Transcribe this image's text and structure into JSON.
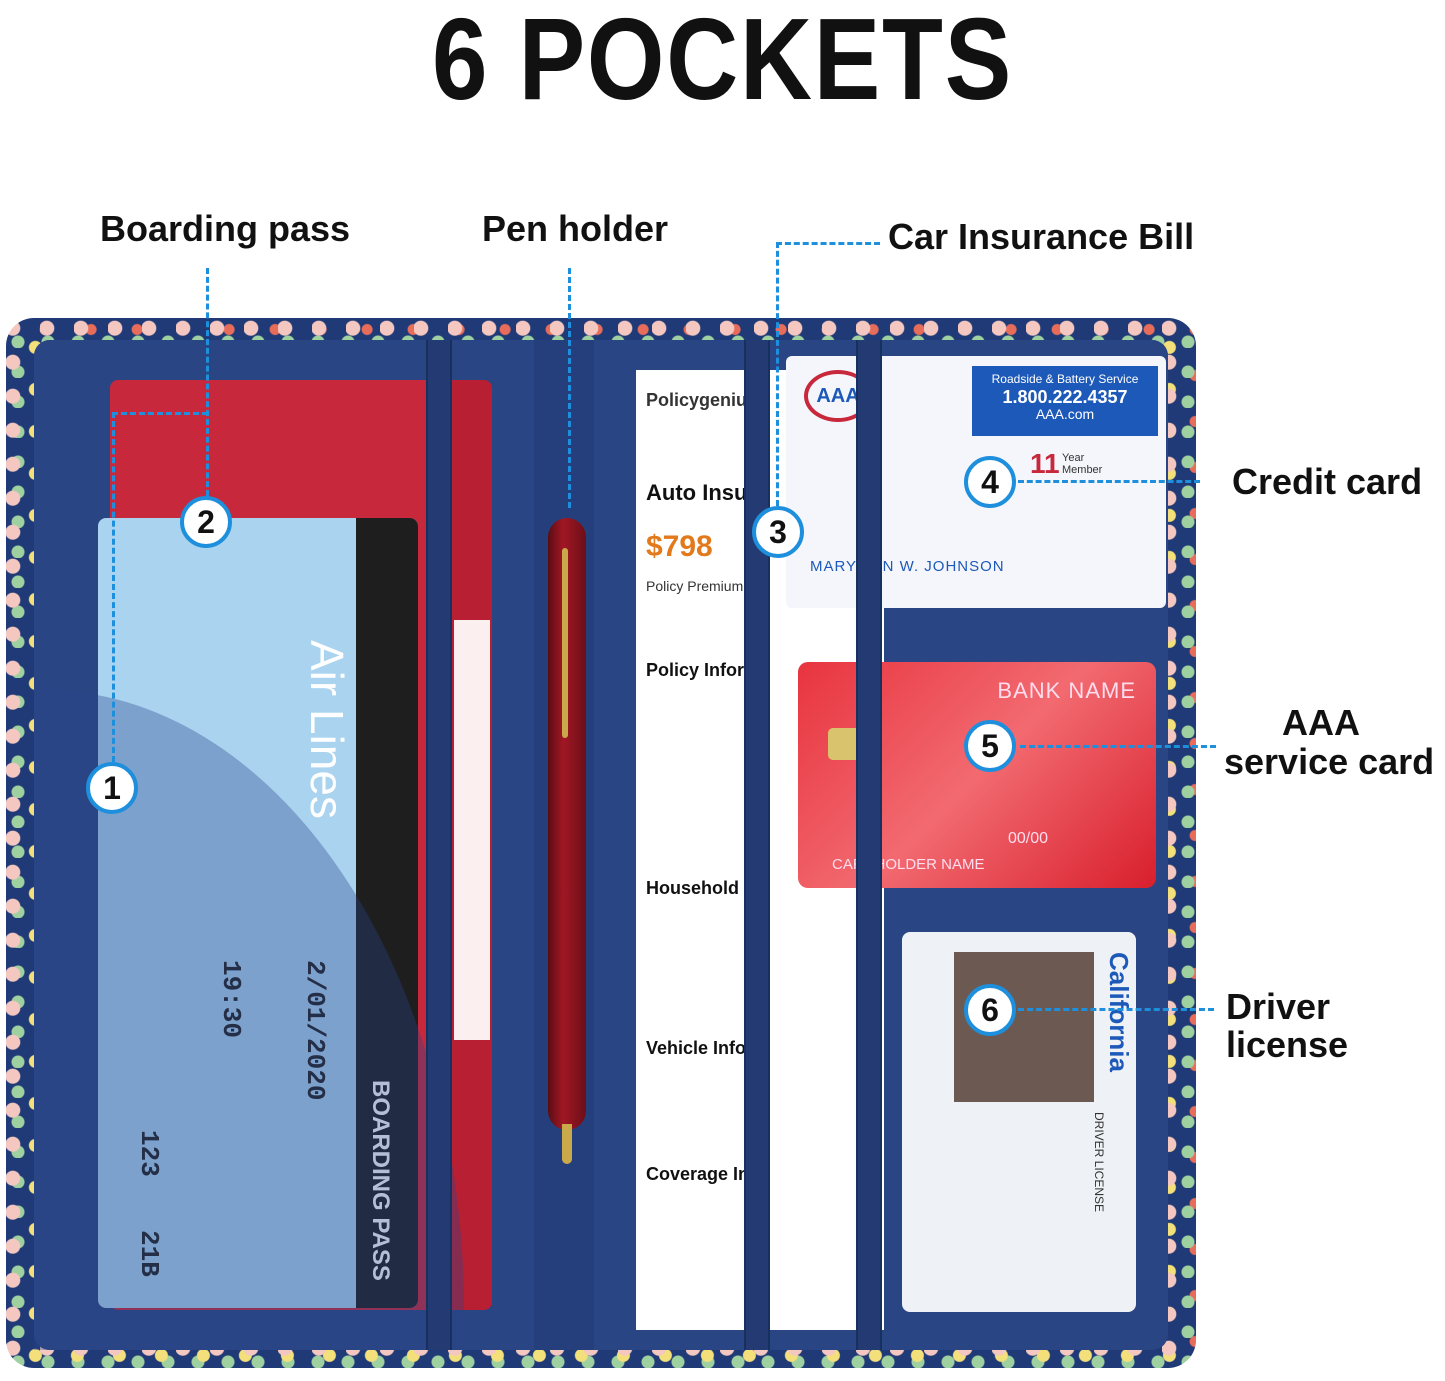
{
  "title": "6 POCKETS",
  "labels": {
    "boarding_pass": "Boarding pass",
    "pen_holder": "Pen holder",
    "car_insurance": "Car Insurance Bill",
    "credit_card": "Credit card",
    "aaa_line1": "AAA",
    "aaa_line2": "service card",
    "driver_license": "Driver license"
  },
  "badges": [
    "1",
    "2",
    "3",
    "4",
    "5",
    "6"
  ],
  "ticket": {
    "airline": "Air Lines",
    "boarding_pass": "BOARDING PASS",
    "time": "19:30",
    "date": "2/01/2020",
    "gate": "123",
    "seat": "21B"
  },
  "doc": {
    "brand": "Policygenius",
    "heading": "Auto Insu",
    "price": "$798",
    "premium": "Policy Premium a",
    "policy_info": "Policy Inform",
    "household": "Household Dr",
    "vehicle": "Vehicle Inform",
    "coverage": "Coverage Inf"
  },
  "aaa": {
    "service": "Roadside & Battery Service",
    "phone": "1.800.222.4357",
    "site": "AAA.com",
    "year": "11",
    "year_label": "Year Member",
    "name": "MARY ... N W. JOHNSON"
  },
  "credit": {
    "bank": "BANK NAME",
    "exp": "00/00",
    "holder": "CARDHOLDER NAME"
  },
  "license": {
    "state": "California",
    "type": "DRIVER LICENSE"
  },
  "colors": {
    "accent": "#1e8fdc",
    "wallet_navy": "#253f7c"
  }
}
